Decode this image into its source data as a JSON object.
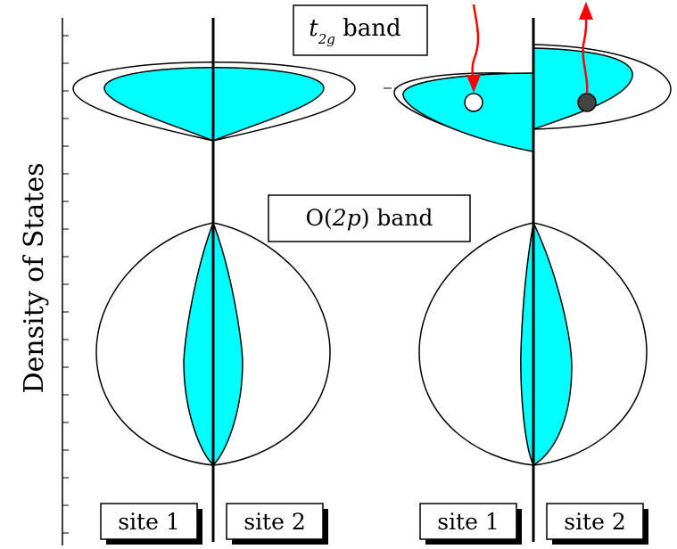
{
  "y_axis_label": "Density of States",
  "band_labels": {
    "t2g": {
      "t": "t",
      "sub": "2g",
      "rest": " band"
    },
    "o2p": {
      "pre": "O(",
      "ital": "2p",
      "post": ") band"
    }
  },
  "site_labels": [
    "site 1",
    "site 2",
    "site 1",
    "site 2"
  ],
  "colors": {
    "fill": "#00ffff",
    "arrow": "#ff0000",
    "outline": "#000000",
    "hole": "#ffffff",
    "electron": "#444444"
  }
}
